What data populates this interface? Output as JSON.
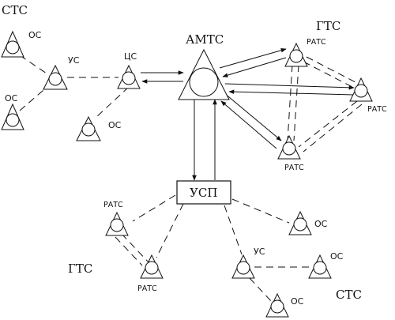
{
  "regions": {
    "stc_top": "СТС",
    "gtc_top": "ГТС",
    "gtc_bottom": "ГТС",
    "stc_bottom": "СТС"
  },
  "nodes": {
    "amtc": "АМТС",
    "cs": "ЦС",
    "us_left": "УС",
    "os_top_left": "ОС",
    "os_mid_left": "ОС",
    "os_low_left": "ОС",
    "ratc_top": "РАТС",
    "ratc_right": "РАТС",
    "ratc_mid": "РАТС",
    "usp": "УСП",
    "ratc_bl_top": "РАТС",
    "ratc_bl_bottom": "РАТС",
    "os_right_of_usp": "ОС",
    "us_bottom": "УС",
    "os_bottom_right": "ОС",
    "os_bottom_center": "ОС"
  }
}
